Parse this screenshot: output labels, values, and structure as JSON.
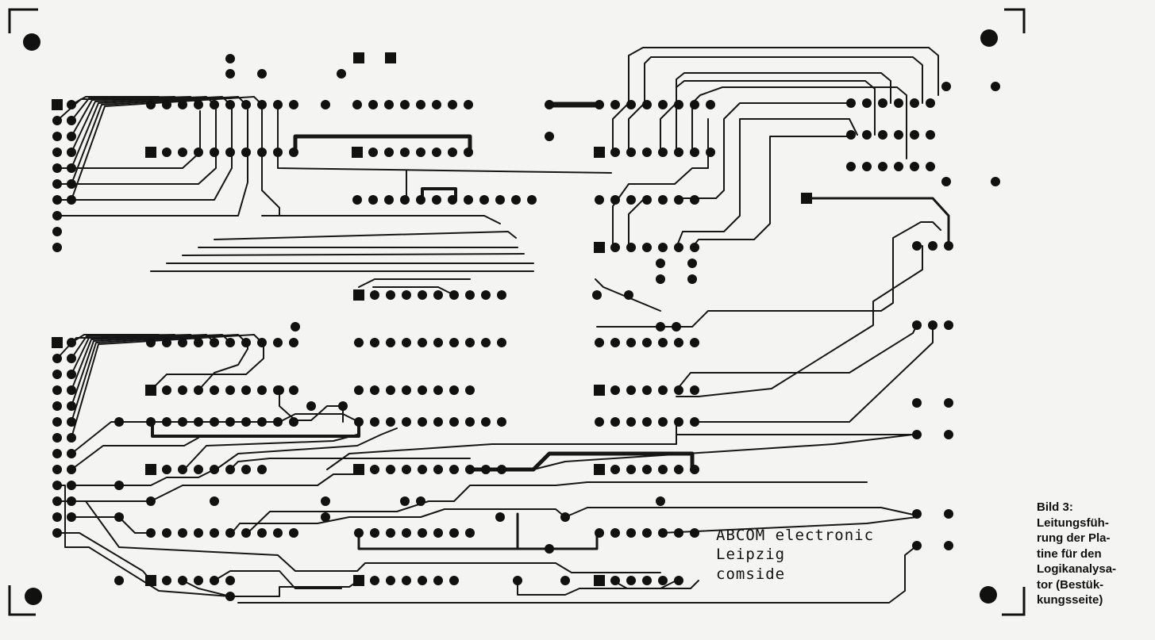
{
  "board": {
    "labels": [
      "ABCOM electronic",
      "Leipzig",
      "comside"
    ]
  },
  "caption": {
    "lines": [
      "Bild 3:",
      "Leitungsfüh-",
      "rung der Pla-",
      "tine für den",
      "Logikanalysa-",
      "tor (Bestük-",
      "kungsseite)"
    ]
  },
  "colors": {
    "copper": "#111111",
    "paper": "#f4f4f2"
  }
}
